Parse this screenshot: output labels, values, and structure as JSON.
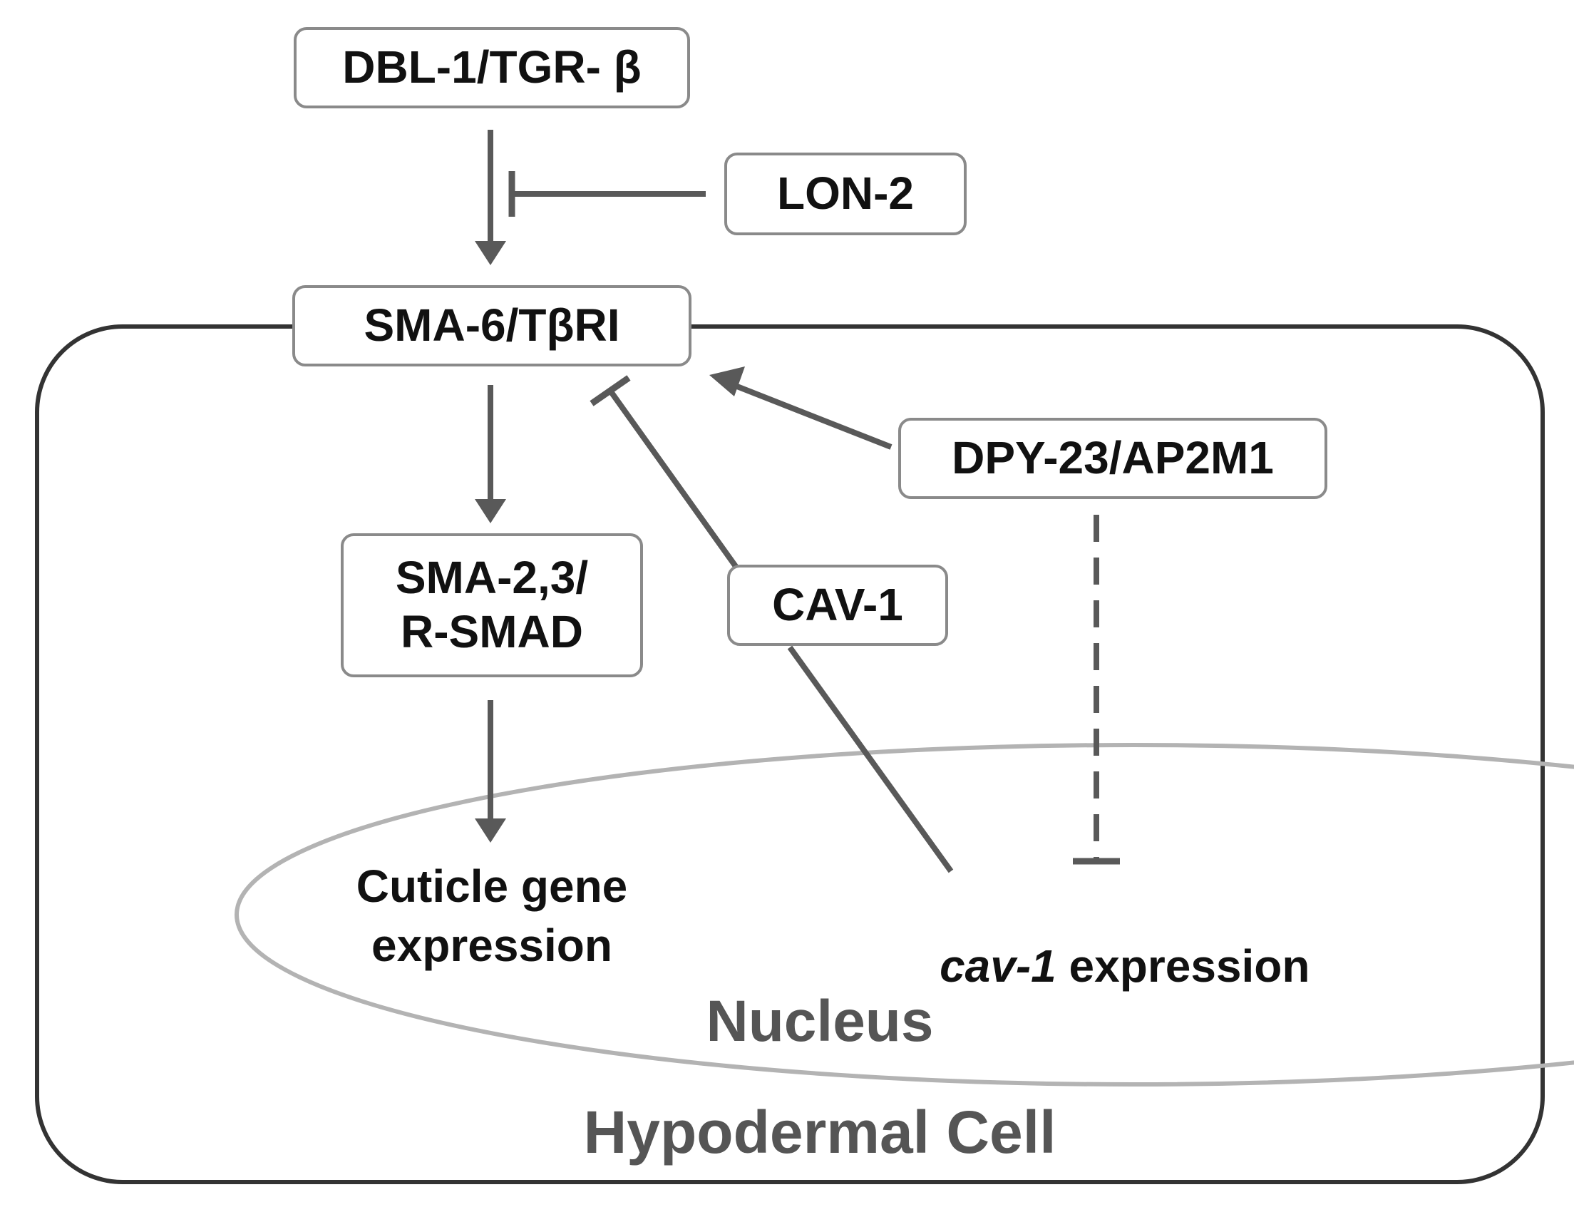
{
  "nodes": {
    "dbl1": "DBL-1/TGR- β",
    "lon2": "LON-2",
    "sma6": "SMA-6/TβRI",
    "sma23_line1": "SMA-2,3/",
    "sma23_line2": "R-SMAD",
    "dpy23": "DPY-23/AP2M1",
    "cav1": "CAV-1"
  },
  "texts": {
    "cuticle_line1": "Cuticle gene",
    "cuticle_line2": "expression",
    "cav1_expr_italic": "cav-1",
    "cav1_expr_rest": " expression"
  },
  "regions": {
    "nucleus": "Nucleus",
    "cell": "Hypodermal Cell"
  },
  "edges": [
    {
      "from": "dbl1",
      "to": "sma6",
      "type": "activation"
    },
    {
      "from": "lon2",
      "to": "dbl1-sma6",
      "type": "inhibition"
    },
    {
      "from": "sma6",
      "to": "sma23",
      "type": "activation"
    },
    {
      "from": "sma23",
      "to": "cuticle_expression",
      "type": "activation"
    },
    {
      "from": "dpy23",
      "to": "sma6",
      "type": "activation"
    },
    {
      "from": "cav1",
      "to": "sma6",
      "type": "inhibition"
    },
    {
      "from": "cav1_expression",
      "to": "cav1",
      "type": "link"
    },
    {
      "from": "dpy23",
      "to": "cav1_expression",
      "type": "inhibition-dashed"
    }
  ],
  "colors": {
    "arrow": "#595959",
    "box_border": "#8a8a8a",
    "cell_border": "#333333",
    "nucleus_border": "#b3b3b3",
    "region_text": "#555555"
  }
}
